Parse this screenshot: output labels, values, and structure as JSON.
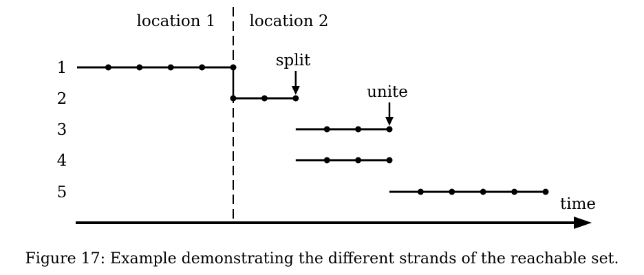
{
  "figure": {
    "location_labels": [
      "location 1",
      "location 2"
    ],
    "row_labels": [
      "1",
      "2",
      "3",
      "4",
      "5"
    ],
    "annotations": {
      "split": "split",
      "unite": "unite"
    },
    "axis_label": "time",
    "caption": "Figure 17: Example demonstrating the different strands of the reachable set."
  },
  "strands": [
    {
      "row": "1",
      "start": 0,
      "end": 5,
      "points": [
        1,
        2,
        3,
        4,
        5
      ]
    },
    {
      "row": "2",
      "start": 5,
      "end": 7,
      "points": [
        5,
        6,
        7
      ]
    },
    {
      "row": "3",
      "start": 7,
      "end": 10,
      "points": [
        8,
        9,
        10
      ]
    },
    {
      "row": "4",
      "start": 7,
      "end": 10,
      "points": [
        8,
        9,
        10
      ]
    },
    {
      "row": "5",
      "start": 10,
      "end": 15,
      "points": [
        11,
        12,
        13,
        14,
        15
      ]
    }
  ],
  "events": {
    "location_boundary": 5,
    "split": 7,
    "unite": 10
  },
  "colors": {
    "ink": "#000000",
    "background": "#ffffff"
  }
}
